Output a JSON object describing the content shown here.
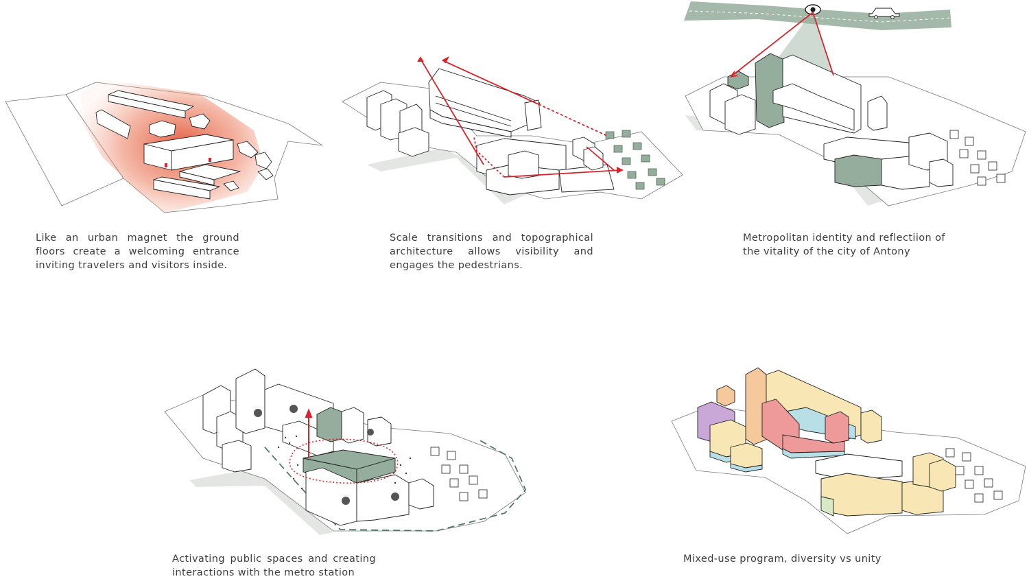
{
  "colors": {
    "accent_red": "#d8242a",
    "glow": "#e45a38",
    "green": "#95ad9c",
    "road": "#e4e6e4",
    "use_yellow": "#f8e6b5",
    "use_orange": "#f6c99c",
    "use_red": "#ef9a9a",
    "use_purple": "#c9a7d6",
    "use_blue": "#b9dfe6"
  },
  "panels": [
    {
      "id": "urban-magnet",
      "caption": "Like an urban magnet the ground floors create a welcoming entrance inviting travelers and visitors inside."
    },
    {
      "id": "scale-transitions",
      "caption": "Scale transitions and topographical architecture allows visibility and engages the pedestrians."
    },
    {
      "id": "metropolitan-identity",
      "caption": "Metropolitan identity and reflectiion of the vitality of the city of Antony"
    },
    {
      "id": "public-spaces",
      "caption": "Activating public spaces and creating interactions with the  metro station"
    },
    {
      "id": "mixed-use",
      "caption": "Mixed-use program, diversity vs unity"
    }
  ],
  "icons": [
    "eye-icon",
    "car-icon",
    "tree-icon",
    "person-icon",
    "arrow-icon"
  ]
}
